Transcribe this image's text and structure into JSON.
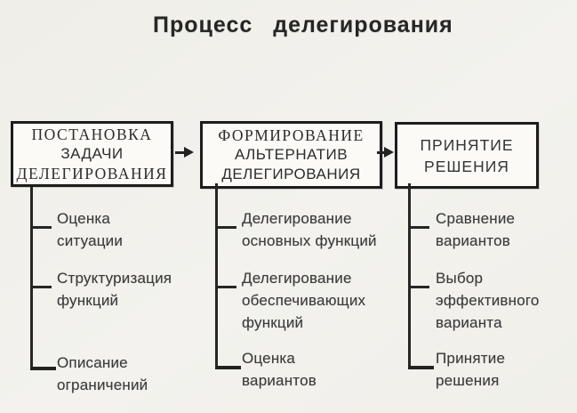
{
  "title": "Процесс делегирования",
  "colors": {
    "background": "#f2f1ec",
    "box_fill": "#fbfaf7",
    "box_border": "#1d1d1d",
    "text": "#2c2c2c",
    "line": "#262626"
  },
  "stages": [
    {
      "lines": [
        "ПОСТАНОВКА",
        "ЗАДАЧИ",
        "ДЕЛЕГИРОВАНИЯ"
      ]
    },
    {
      "lines": [
        "ФОРМИРОВАНИЕ",
        "АЛЬТЕРНАТИВ",
        "ДЕЛЕГИРОВАНИЯ"
      ]
    },
    {
      "lines": [
        "ПРИНЯТИЕ",
        "РЕШЕНИЯ"
      ]
    }
  ],
  "columns": [
    {
      "items": [
        "Оценка\nситуации",
        "Структуризация\nфункций",
        "Описание\nограничений"
      ]
    },
    {
      "items": [
        "Делегирование\nосновных функций",
        "Делегирование\nобеспечивающих\nфункций",
        "Оценка\nвариантов"
      ]
    },
    {
      "items": [
        "Сравнение\nвариантов",
        "Выбор\nэффективного\nварианта",
        "Принятие\nрешения"
      ]
    }
  ]
}
